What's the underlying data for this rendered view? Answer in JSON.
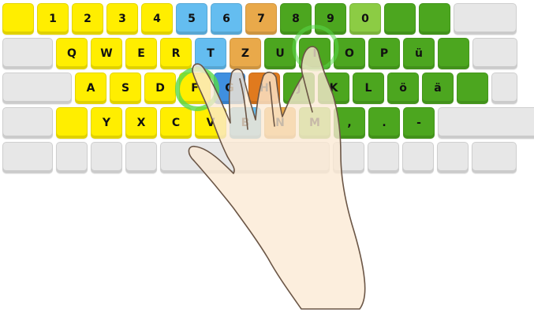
{
  "colors": {
    "yellow": "#ffee00",
    "blue": "#64bdf0",
    "blue_home": "#3f8fe0",
    "orange": "#e9a94a",
    "orange_home": "#e07a1e",
    "green": "#4ca61f",
    "green_light": "#8ccc44",
    "gray": "#e7e7e7",
    "highlight_ring": "#59d84a",
    "hand_fill": "#fbe9d4",
    "hand_stroke": "#6b5646"
  },
  "keyboard": {
    "rows": [
      {
        "name": "number-row",
        "keys": [
          {
            "label": "",
            "color": "yellow"
          },
          {
            "label": "1",
            "color": "yellow"
          },
          {
            "label": "2",
            "color": "yellow"
          },
          {
            "label": "3",
            "color": "yellow"
          },
          {
            "label": "4",
            "color": "yellow"
          },
          {
            "label": "5",
            "color": "blue"
          },
          {
            "label": "6",
            "color": "blue"
          },
          {
            "label": "7",
            "color": "orange"
          },
          {
            "label": "8",
            "color": "green"
          },
          {
            "label": "9",
            "color": "green"
          },
          {
            "label": "0",
            "color": "green_light"
          },
          {
            "label": "",
            "color": "green"
          },
          {
            "label": "",
            "color": "green"
          },
          {
            "label": "",
            "color": "gray"
          }
        ]
      },
      {
        "name": "top-letter-row",
        "keys": [
          {
            "label": "",
            "color": "gray"
          },
          {
            "label": "Q",
            "color": "yellow"
          },
          {
            "label": "W",
            "color": "yellow"
          },
          {
            "label": "E",
            "color": "yellow"
          },
          {
            "label": "R",
            "color": "yellow"
          },
          {
            "label": "T",
            "color": "blue"
          },
          {
            "label": "Z",
            "color": "orange"
          },
          {
            "label": "U",
            "color": "green"
          },
          {
            "label": "I",
            "color": "green"
          },
          {
            "label": "O",
            "color": "green"
          },
          {
            "label": "P",
            "color": "green"
          },
          {
            "label": "ü",
            "color": "green"
          },
          {
            "label": "",
            "color": "green"
          },
          {
            "label": "",
            "color": "gray"
          }
        ]
      },
      {
        "name": "home-row",
        "keys": [
          {
            "label": "",
            "color": "gray"
          },
          {
            "label": "A",
            "color": "yellow"
          },
          {
            "label": "S",
            "color": "yellow"
          },
          {
            "label": "D",
            "color": "yellow"
          },
          {
            "label": "F",
            "color": "yellow"
          },
          {
            "label": "G",
            "color": "blue_home"
          },
          {
            "label": "H",
            "color": "orange_home"
          },
          {
            "label": "J",
            "color": "green"
          },
          {
            "label": "K",
            "color": "green"
          },
          {
            "label": "L",
            "color": "green"
          },
          {
            "label": "ö",
            "color": "green"
          },
          {
            "label": "ä",
            "color": "green"
          },
          {
            "label": "",
            "color": "green"
          },
          {
            "label": "",
            "color": "gray"
          }
        ]
      },
      {
        "name": "bottom-letter-row",
        "keys": [
          {
            "label": "",
            "color": "gray"
          },
          {
            "label": "",
            "color": "yellow"
          },
          {
            "label": "Y",
            "color": "yellow"
          },
          {
            "label": "X",
            "color": "yellow"
          },
          {
            "label": "C",
            "color": "yellow"
          },
          {
            "label": "V",
            "color": "yellow"
          },
          {
            "label": "B",
            "color": "blue"
          },
          {
            "label": "N",
            "color": "orange"
          },
          {
            "label": "M",
            "color": "green_light"
          },
          {
            "label": ",",
            "color": "green"
          },
          {
            "label": ".",
            "color": "green"
          },
          {
            "label": "-",
            "color": "green"
          },
          {
            "label": "",
            "color": "gray"
          }
        ]
      },
      {
        "name": "space-row",
        "keys": [
          {
            "label": "",
            "color": "gray"
          },
          {
            "label": "",
            "color": "gray"
          },
          {
            "label": "",
            "color": "gray"
          },
          {
            "label": "",
            "color": "gray"
          },
          {
            "label": "",
            "color": "gray"
          },
          {
            "label": "",
            "color": "gray"
          },
          {
            "label": "",
            "color": "gray"
          },
          {
            "label": "",
            "color": "gray"
          },
          {
            "label": "",
            "color": "gray"
          },
          {
            "label": "",
            "color": "gray"
          }
        ]
      }
    ]
  },
  "highlights": [
    {
      "key": "F",
      "icon": "finger-target-ring"
    },
    {
      "key": "I",
      "icon": "finger-target-ring"
    }
  ],
  "hand": {
    "icon": "right-hand-illustration"
  }
}
